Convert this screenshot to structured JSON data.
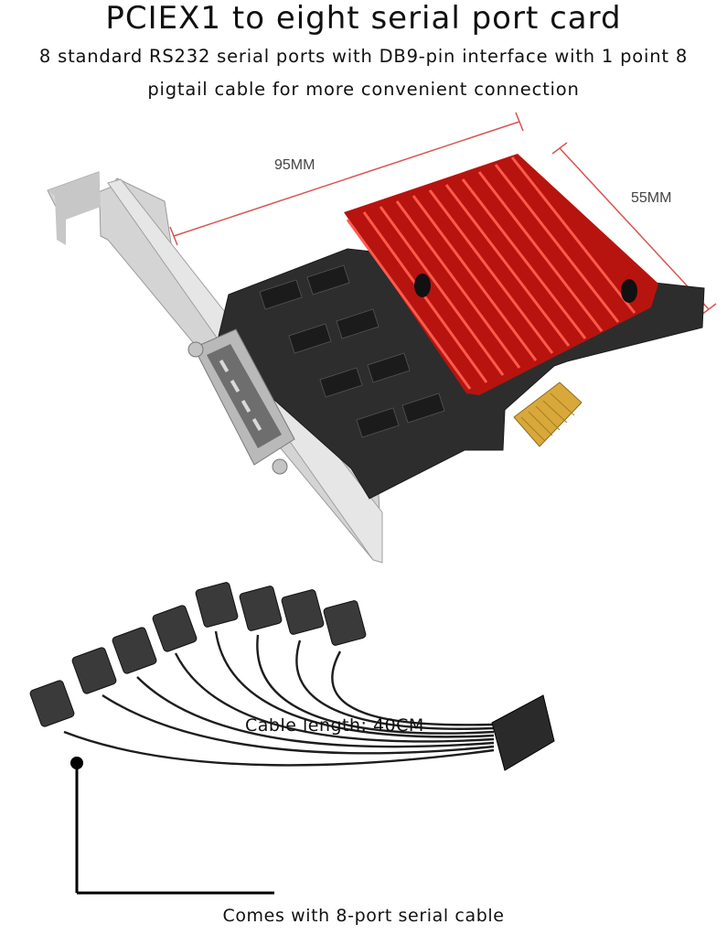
{
  "header": {
    "title": "PCIEX1 to eight serial port card",
    "subtitle": "8 standard RS232 serial ports with DB9-pin interface with 1 point 8 pigtail cable for more convenient connection"
  },
  "dimensions": {
    "length_label": "95MM",
    "height_label": "55MM",
    "line_color": "#d9544f"
  },
  "card": {
    "heatsink_color": "#e0201c",
    "pcb_color": "#2d2d2d",
    "bracket_color": "#cfcfcf",
    "gold_finger_color": "#d8a93a"
  },
  "cable": {
    "length_label": "Cable length: 40CM",
    "connector_count": 8
  },
  "caption": "Comes with 8-port serial cable"
}
